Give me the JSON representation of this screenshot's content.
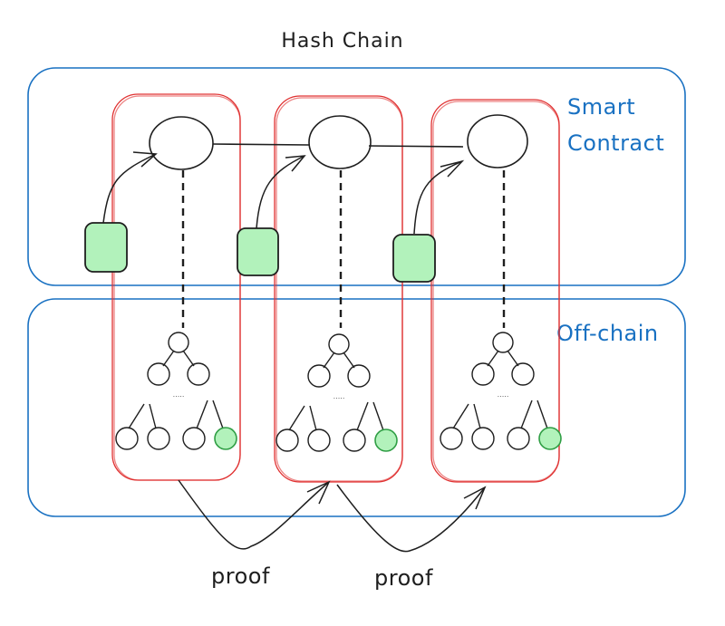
{
  "title": "Hash Chain",
  "regions": {
    "smart_contract": {
      "label_lines": [
        "Smart",
        "Contract"
      ],
      "color": "#1971c2"
    },
    "off_chain": {
      "label": "Off-chain",
      "color": "#1971c2"
    }
  },
  "blocks": [
    {
      "id": "block-1",
      "has_tx_input": true,
      "tree_levels_shown": 3,
      "highlighted_leaf_index": 3
    },
    {
      "id": "block-2",
      "has_tx_input": true,
      "tree_levels_shown": 3,
      "highlighted_leaf_index": 3
    },
    {
      "id": "block-3",
      "has_tx_input": true,
      "tree_levels_shown": 3,
      "highlighted_leaf_index": 3
    }
  ],
  "tree": {
    "ellipsis": "....."
  },
  "proofs": [
    {
      "from": "block-1",
      "to": "block-2",
      "label": "proof"
    },
    {
      "from": "block-2",
      "to": "block-3",
      "label": "proof"
    }
  ],
  "colors": {
    "region_stroke": "#1971c2",
    "block_stroke": "#e03131",
    "highlight_fill": "#b2f2bb",
    "highlight_stroke": "#2f9e44",
    "ink": "#1e1e1e"
  }
}
